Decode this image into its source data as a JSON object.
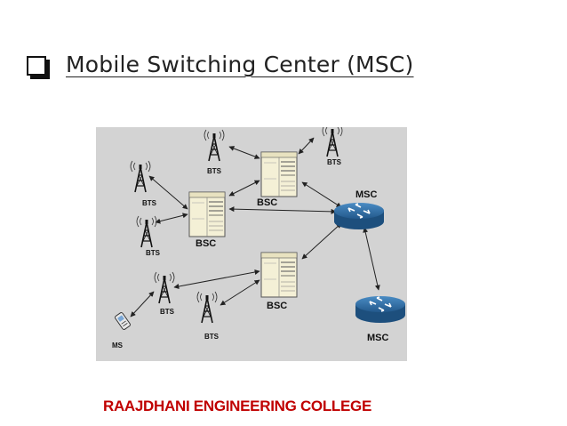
{
  "slide": {
    "title": "Mobile Switching Center (MSC)",
    "footer": "RAAJDHANI ENGINEERING COLLEGE"
  },
  "diagram": {
    "background": "#d3d3d3",
    "colors": {
      "router": "#2e6fa8",
      "bsc_panel": "#f4f0d6",
      "link": "#222222",
      "footer": "#c00000"
    },
    "labels": {
      "bts_top_center": "BTS",
      "bts_top_right": "BTS",
      "bts_left_top": "BTS",
      "bts_left_mid": "BTS",
      "bts_bottom_left": "BTS",
      "bts_bottom_mid": "BTS",
      "bsc_upper": "BSC",
      "bsc_left": "BSC",
      "bsc_lower": "BSC",
      "msc_upper": "MSC",
      "msc_lower": "MSC",
      "ms": "MS"
    }
  }
}
